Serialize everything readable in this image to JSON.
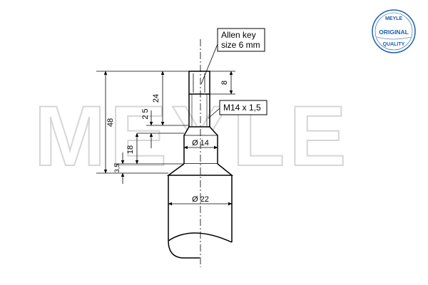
{
  "watermark": {
    "text": "MEYLE"
  },
  "seal": {
    "top_text": "MEYLE",
    "main_text": "ORIGINAL",
    "bottom_text": "QUALITY",
    "color": "#1f5fa8"
  },
  "callouts": {
    "allen_key_line1": "Allen key",
    "allen_key_line2": "size 6 mm",
    "thread": "M14 x 1,5"
  },
  "dimensions": {
    "overall_length": "48",
    "shaft_length": "24",
    "socket_depth": "8",
    "thread_gap": "2 5",
    "collar_height": "18",
    "step": "3,5",
    "rod_diameter": "Ø 14",
    "body_diameter": "Ø 22"
  }
}
